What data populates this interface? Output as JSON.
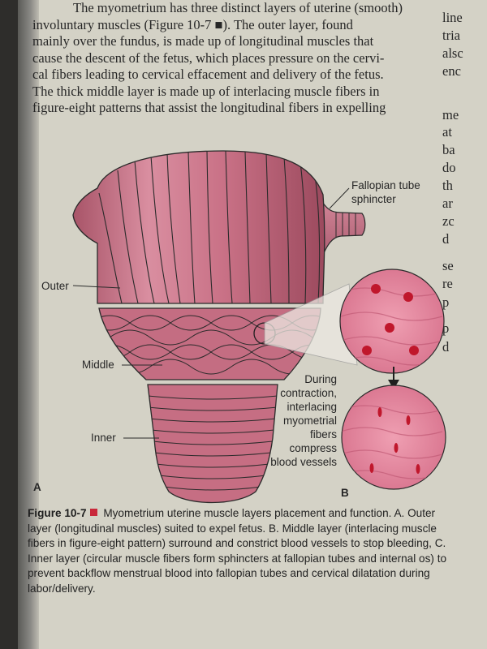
{
  "body_text": {
    "lines": [
      "The myometrium has three distinct layers of uterine (smooth)",
      "involuntary muscles (Figure 10-7 ■). The outer layer, found",
      "mainly over the fundus, is made up of longitudinal muscles that",
      "cause the descent of the fetus, which places pressure on the cervi-",
      "cal fibers leading to cervical effacement and delivery of the fetus.",
      "The thick middle layer is made up of interlacing muscle fibers in",
      "figure-eight patterns that assist the longitudinal fibers in expelling"
    ]
  },
  "right_column": [
    "line",
    "tria",
    "alsc",
    "enc",
    "me",
    "at",
    "ba",
    "do",
    "th",
    "ar",
    "zc",
    "d",
    "se",
    "re",
    "p",
    "p",
    "d"
  ],
  "figure": {
    "labels": {
      "fallopian": [
        "Fallopian tube",
        "sphincter"
      ],
      "outer": "Outer",
      "middle": "Middle",
      "inner": "Inner",
      "panel_a": "A",
      "panel_b": "B"
    },
    "contraction_text": [
      "During",
      "contraction,",
      "interlacing",
      "myometrial",
      "fibers",
      "compress",
      "blood vessels"
    ]
  },
  "caption": {
    "figure_number": "Figure 10-7",
    "text": "Myometrium uterine muscle layers placement and function. A. Outer layer (longitudinal muscles) suited to expel fetus. B. Middle layer (interlacing muscle fibers in figure-eight pattern) surround and constrict blood vessels to stop bleeding, C. Inner layer (circular muscle fibers form sphincters at fallopian tubes and internal os) to prevent backflow menstrual blood into fallopian tubes and cervical dilatation during labor/delivery."
  },
  "colors": {
    "muscle": "#c76e82",
    "muscle_dark": "#9c4a5e",
    "vessel": "#c0172c",
    "square": "#c9283a"
  }
}
